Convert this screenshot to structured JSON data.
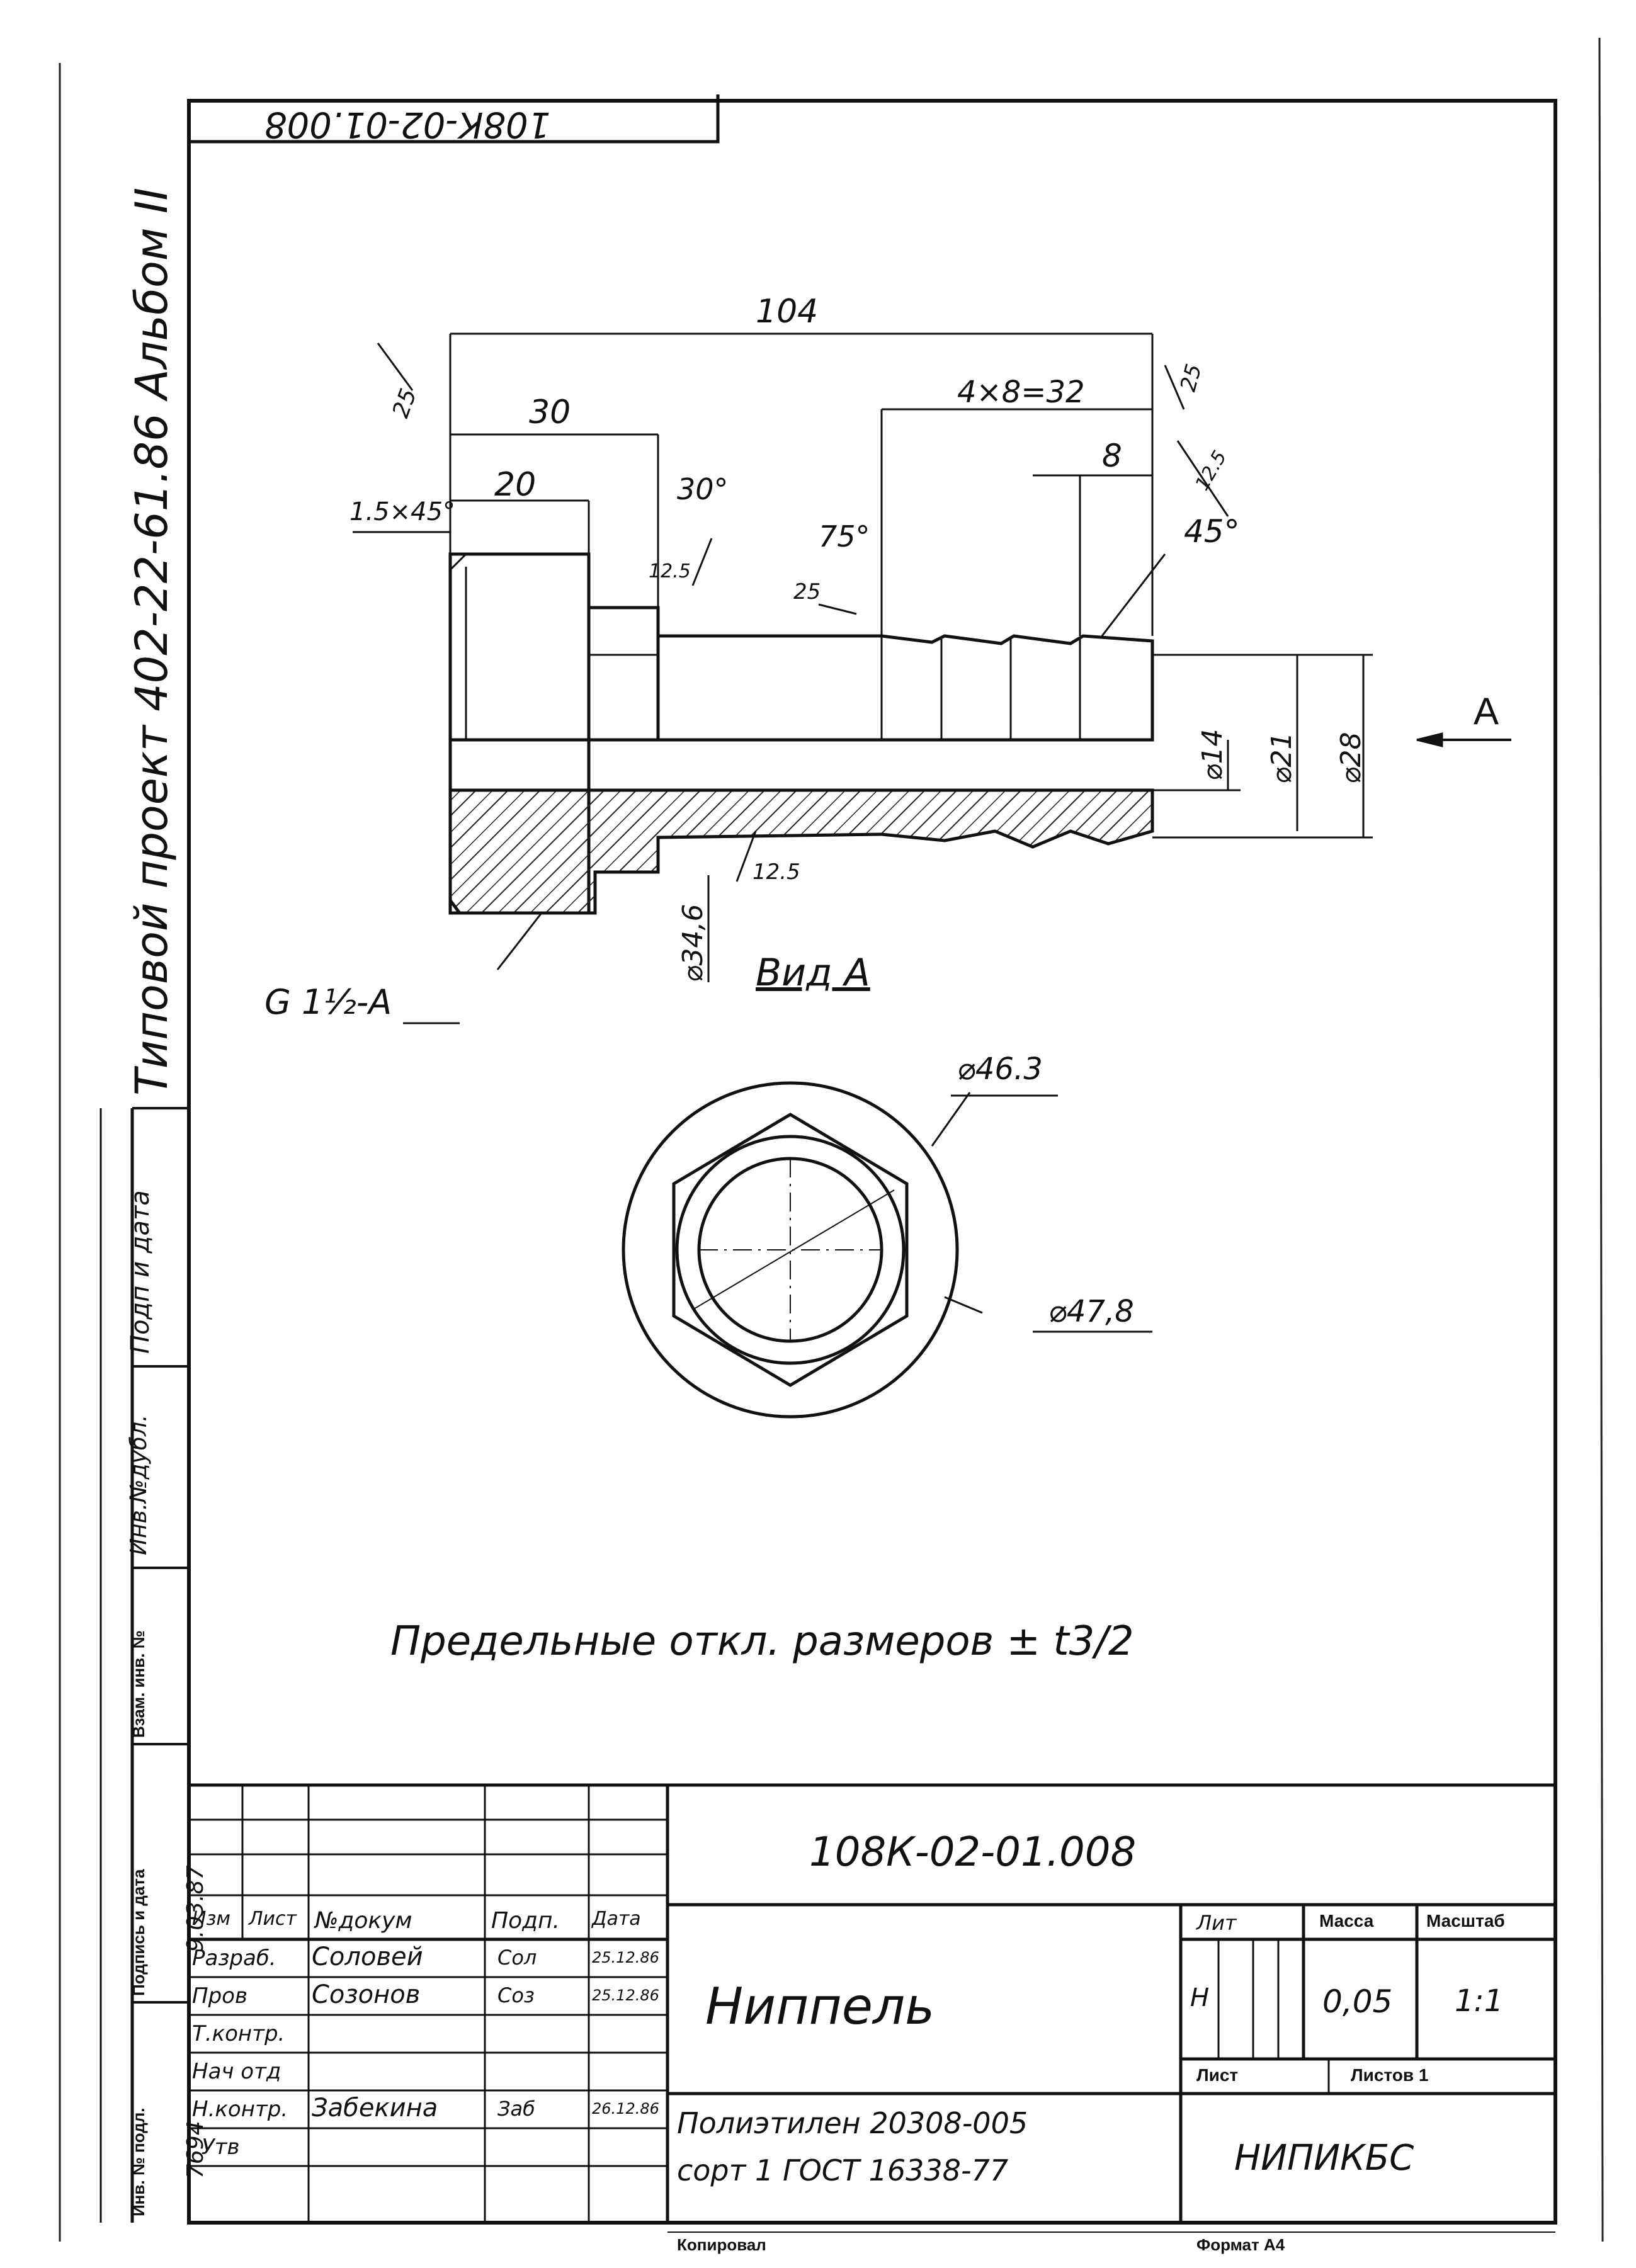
{
  "stamp_code": "108К-02-01.008",
  "side": {
    "project_text": "Типовой проект 402-22-61.86  Альбом II",
    "inv_signature_label": "Подп и дата",
    "inv_dup_label": "Инв.№дубл.",
    "vzam_inv_label": "Взам. инв. №",
    "sign_date_label": "Подпись и дата",
    "sign_date_value": "9.03.87",
    "inv_orig_label": "Инв. № подл.",
    "inv_orig_value": "7694"
  },
  "drawing": {
    "dimensions": {
      "total_length": "104",
      "d30": "30",
      "d20": "20",
      "chamfer": "1.5×45°",
      "angle30": "30°",
      "rough25_left": "25",
      "rough125_a": "12.5",
      "pitch": "4×8=32",
      "d8": "8",
      "angle75": "75°",
      "angle45": "45°",
      "rough25_mid": "25",
      "rough25_right": "25",
      "rough125_b": "12.5",
      "rough125_c": "12.5",
      "dia14": "⌀14",
      "dia21": "⌀21",
      "dia28": "⌀28",
      "dia346": "⌀34,6",
      "thread": "G 1½-A",
      "view_arrow": "A"
    },
    "view_title": "Вид А",
    "dia463": "⌀46.3",
    "dia478": "⌀47,8",
    "tolerance_note": "Предельные откл. размеров ± t3/2"
  },
  "title_block": {
    "designation": "108К-02-01.008",
    "name": "Ниппель",
    "material_line1": "Полиэтилен 20308-005",
    "material_line2": "сорт 1 ГОСТ 16338-77",
    "organization": "НИПИКБС",
    "headers": {
      "izm": "Изм",
      "list": "Лист",
      "doc": "№докум",
      "sign": "Подп.",
      "date": "Дата",
      "lit": "Лит",
      "mass": "Масса",
      "scale": "Масштаб",
      "sheet": "Лист",
      "sheets": "Листов 1"
    },
    "rows": [
      {
        "role": "Разраб.",
        "name": "Соловей",
        "sign": "Сол",
        "date": "25.12.86"
      },
      {
        "role": "Пров",
        "name": "Созонов",
        "sign": "Соз",
        "date": "25.12.86"
      },
      {
        "role": "Т.контр.",
        "name": "",
        "sign": "",
        "date": ""
      },
      {
        "role": "Нач отд",
        "name": "",
        "sign": "",
        "date": ""
      },
      {
        "role": "Н.контр.",
        "name": "Забекина",
        "sign": "Заб",
        "date": "26.12.86"
      },
      {
        "role": "Утв",
        "name": "",
        "sign": "",
        "date": ""
      }
    ],
    "lit_value": "Н",
    "mass_value": "0,05",
    "scale_value": "1:1",
    "copied_label": "Копировал",
    "format_label": "Формат А4"
  }
}
